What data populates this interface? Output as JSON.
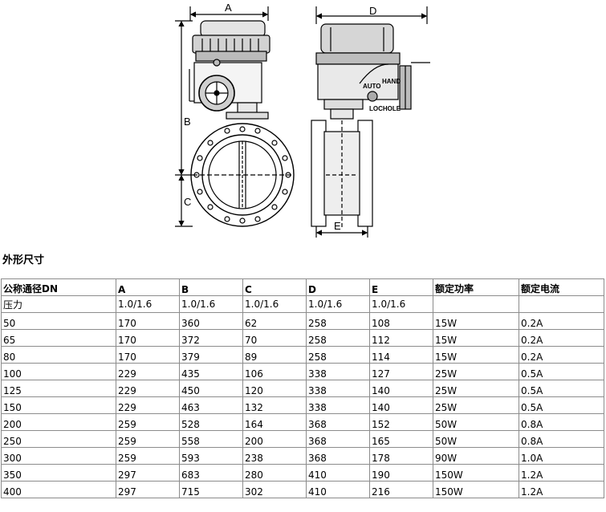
{
  "drawing": {
    "labels": {
      "a": "A",
      "b": "B",
      "c": "C",
      "d": "D",
      "e": "E"
    },
    "callouts": {
      "hand": "HAND",
      "auto": "AUTO",
      "lochole": "LOCHOLE"
    }
  },
  "section_title": "外形尺寸",
  "table": {
    "headers": [
      "公称通径DN",
      "A",
      "B",
      "C",
      "D",
      "E",
      "额定功率",
      "额定电流"
    ],
    "rows": [
      [
        "压力",
        "1.0/1.6",
        "1.0/1.6",
        "1.0/1.6",
        "1.0/1.6",
        "1.0/1.6",
        "",
        ""
      ],
      [
        "50",
        "170",
        "360",
        "62",
        "258",
        "108",
        "15W",
        "0.2A"
      ],
      [
        "65",
        "170",
        "372",
        "70",
        "258",
        "112",
        "15W",
        "0.2A"
      ],
      [
        "80",
        "170",
        "379",
        "89",
        "258",
        "114",
        "15W",
        "0.2A"
      ],
      [
        "100",
        "229",
        "435",
        "106",
        "338",
        "127",
        "25W",
        "0.5A"
      ],
      [
        "125",
        "229",
        "450",
        "120",
        "338",
        "140",
        "25W",
        "0.5A"
      ],
      [
        "150",
        "229",
        "463",
        "132",
        "338",
        "140",
        "25W",
        "0.5A"
      ],
      [
        "200",
        "259",
        "528",
        "164",
        "368",
        "152",
        "50W",
        "0.8A"
      ],
      [
        "250",
        "259",
        "558",
        "200",
        "368",
        "165",
        "50W",
        "0.8A"
      ],
      [
        "300",
        "259",
        "593",
        "238",
        "368",
        "178",
        "90W",
        "1.0A"
      ],
      [
        "350",
        "297",
        "683",
        "280",
        "410",
        "190",
        "150W",
        "1.2A"
      ],
      [
        "400",
        "297",
        "715",
        "302",
        "410",
        "216",
        "150W",
        "1.2A"
      ]
    ]
  }
}
